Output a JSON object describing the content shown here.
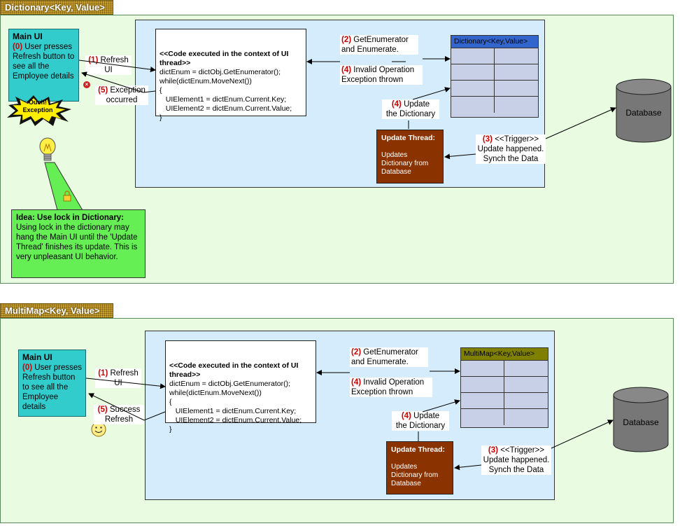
{
  "top": {
    "title": "Dictionary<Key, Value>",
    "main_ui": {
      "title": "Main UI",
      "step": "(0)",
      "text": "User presses Refresh button to see all the Employee details"
    },
    "ouch": {
      "line1": "Ouch!",
      "line2": "Exception"
    },
    "refresh_label": {
      "step": "(1)",
      "text1": "Refresh",
      "text2": "UI"
    },
    "result_label": {
      "step": "(5)",
      "text1": "Exception",
      "text2": "occurred"
    },
    "code": {
      "header": "<<Code executed in the context of UI thread>>",
      "lines": [
        "dictEnum = dictObj.GetEnumerator();",
        "while(dictEnum.MoveNext())",
        "{",
        "   UIElement1 = dictEnum.Current.Key;",
        "   UIElement2 = dictEnum.Current.Value;",
        "}"
      ]
    },
    "enumerate": {
      "step": "(2)",
      "text1": "GetEnumerator",
      "text2": "and Enumerate."
    },
    "invalid": {
      "step": "(4)",
      "text1": "Invalid Operation",
      "text2": "Exception thrown"
    },
    "dict_title": "Dictionary<Key,Value>",
    "update_label": {
      "step": "(4)",
      "text1": "Update",
      "text2": "the Dictionary"
    },
    "thread": {
      "title": "Update Thread:",
      "text": "Updates Dictionary  from Database"
    },
    "trigger": {
      "step": "(3)",
      "text1": "<<Trigger>>",
      "text2": "Update happened.",
      "text3": "Synch the Data"
    },
    "database": "Database",
    "idea": {
      "title": "Idea: Use lock in Dictionary:",
      "text": "Using lock in the dictionary may hang the Main UI until the 'Update Thread' finishes its update.  This is very unpleasant UI behavior."
    }
  },
  "bottom": {
    "title": "MultiMap<Key, Value>",
    "main_ui": {
      "title": "Main UI",
      "step": "(0)",
      "text": "User presses Refresh button to see all the Employee details"
    },
    "refresh_label": {
      "step": "(1)",
      "text1": "Refresh",
      "text2": "UI"
    },
    "result_label": {
      "step": "(5)",
      "text1": "Success",
      "text2": "Refresh"
    },
    "code": {
      "header": "<<Code executed in the context of UI thread>>",
      "lines": [
        "dictEnum = dictObj.GetEnumerator();",
        "while(dictEnum.MoveNext())",
        "{",
        "   UIElement1 = dictEnum.Current.Key;",
        "   UIElement2 = dictEnum.Current.Value;",
        "}"
      ]
    },
    "enumerate": {
      "step": "(2)",
      "text1": "GetEnumerator",
      "text2": "and Enumerate."
    },
    "invalid": {
      "step": "(4)",
      "text1": "Invalid Operation",
      "text2": "Exception thrown"
    },
    "dict_title": "MultiMap<Key,Value>",
    "update_label": {
      "step": "(4)",
      "text1": "Update",
      "text2": "the Dictionary"
    },
    "thread": {
      "title": "Update Thread:",
      "text": "Updates Dictionary  from Database"
    },
    "trigger": {
      "step": "(3)",
      "text1": "<<Trigger>>",
      "text2": "Update happened.",
      "text3": "Synch the Data"
    },
    "database": "Database"
  },
  "colors": {
    "dict_header_top": "#3366cc",
    "dict_header_bottom": "#808000",
    "main_ui": "#33cccc",
    "update_thread": "#8b3300",
    "idea": "#66ee55"
  }
}
